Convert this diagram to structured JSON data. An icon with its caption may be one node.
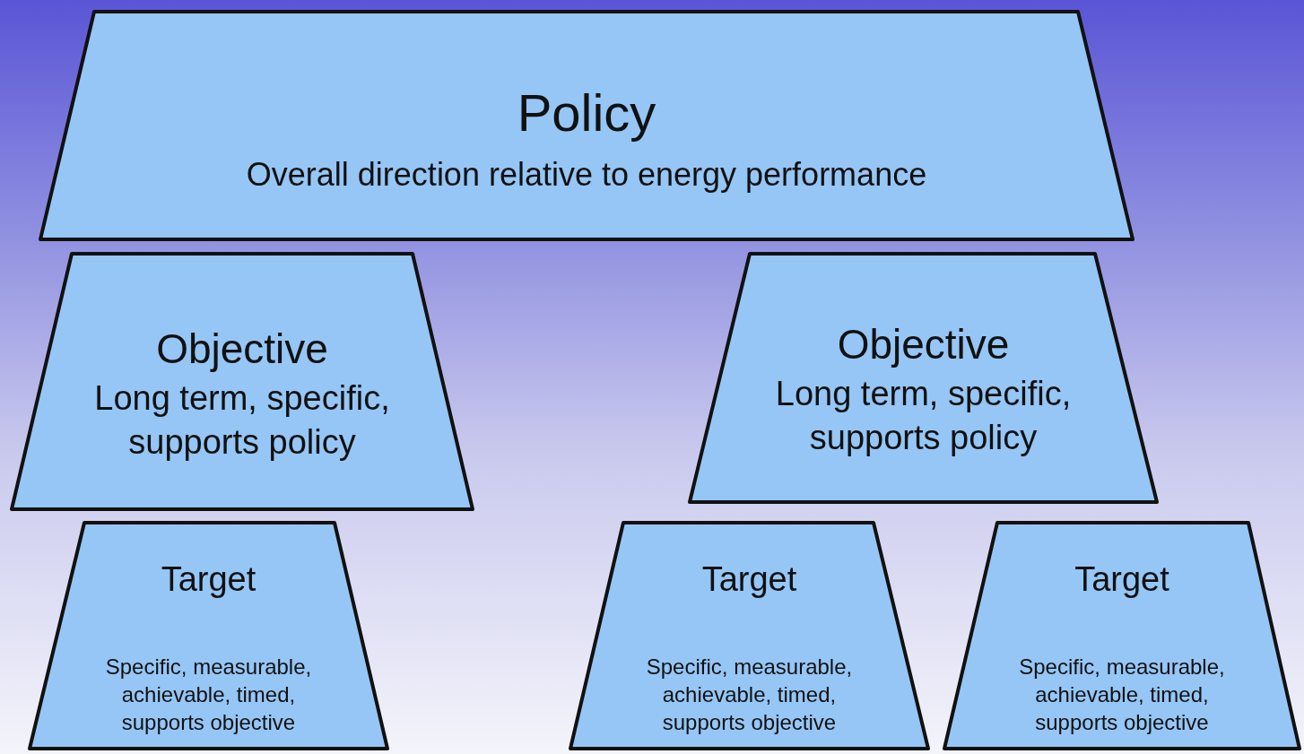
{
  "diagram": {
    "nodes": [
      {
        "text": [
          "Policy",
          "Overall direction relative to energy performance"
        ]
      },
      {
        "text": [
          "Objective",
          "Long term, specific, supports policy"
        ]
      },
      {
        "text": [
          "Objective",
          "Long term, specific, supports policy"
        ]
      },
      {
        "text": [
          "Target",
          "Specific, measurable, achievable, timed, supports objective"
        ]
      },
      {
        "text": [
          "Target",
          "Specific, measurable, achievable, timed, supports objective"
        ]
      },
      {
        "text": [
          "Target",
          "Specific, measurable, achievable, timed, supports objective"
        ]
      }
    ],
    "edges": []
  }
}
